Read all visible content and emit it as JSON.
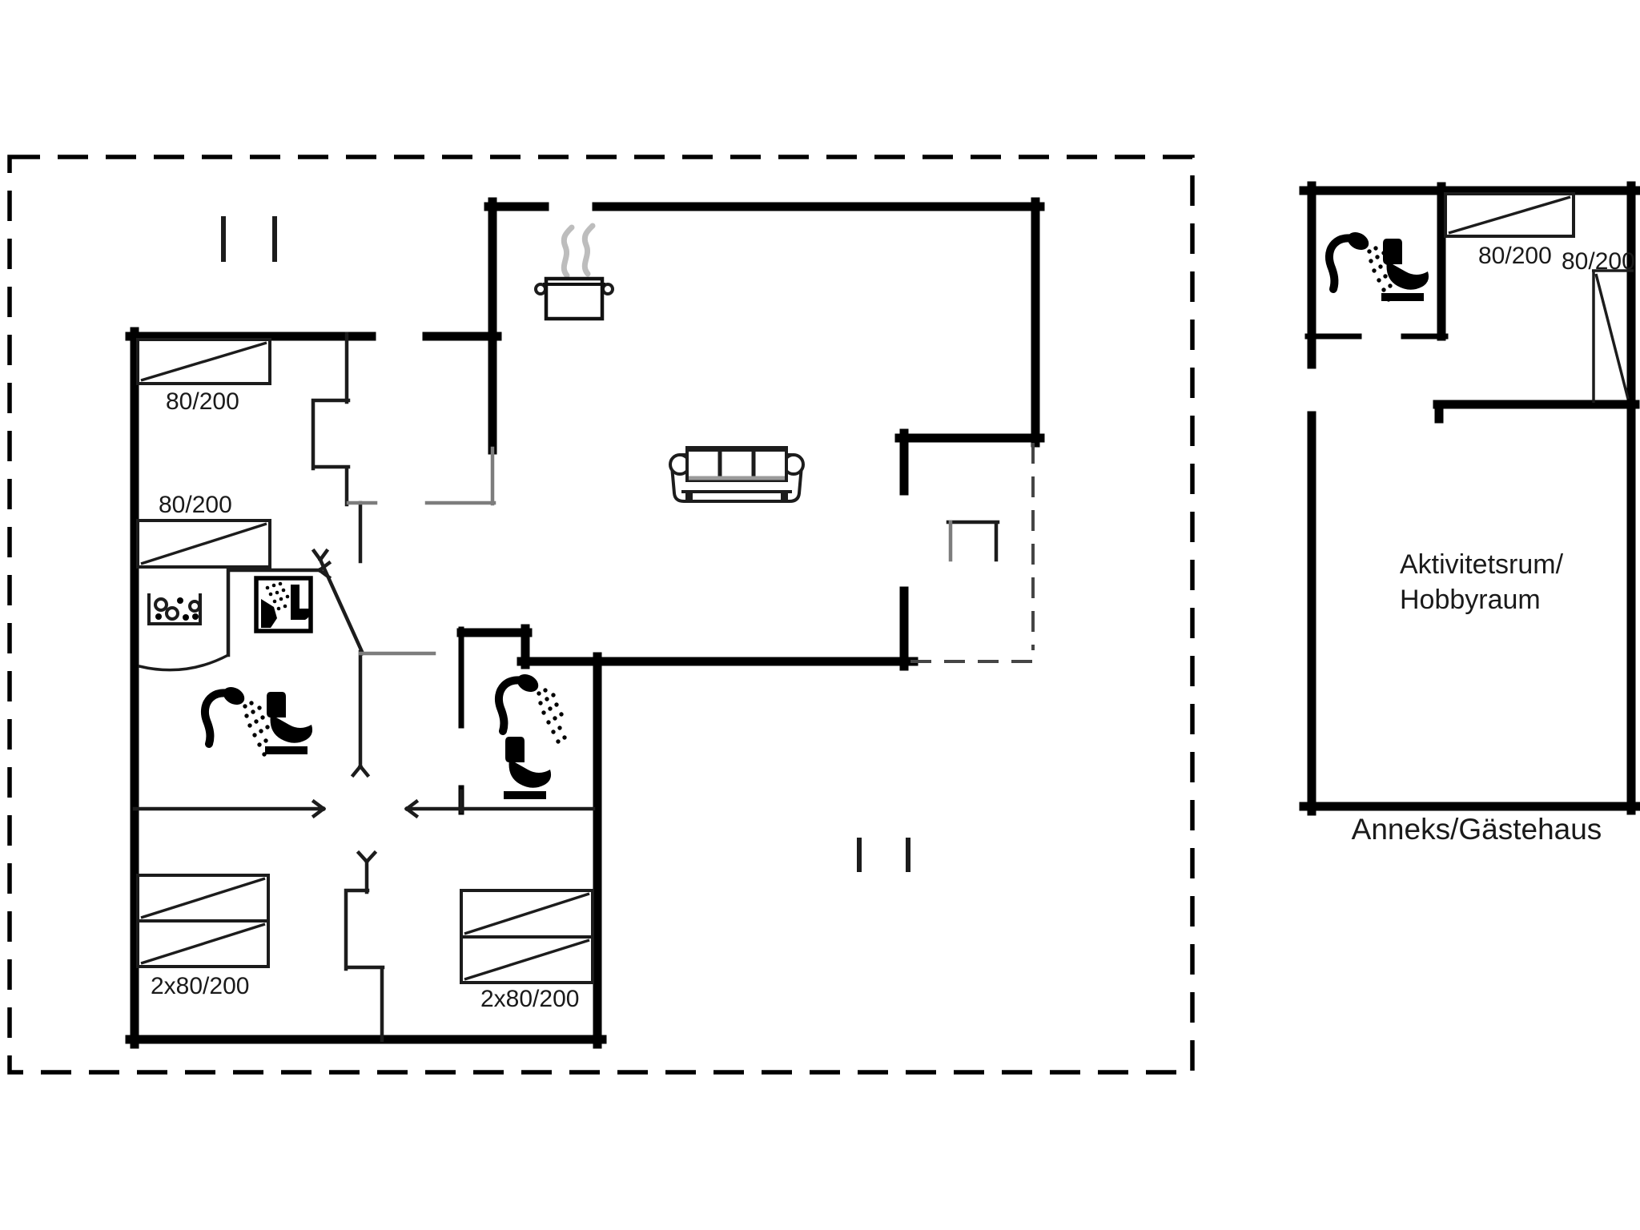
{
  "page": {
    "type": "architectural-floor-plan",
    "background": "#ffffff"
  },
  "colors": {
    "wall": "#000000",
    "thin": "#1c1c1c",
    "gray": "#7d7d7d",
    "steam": "#bdbdbd",
    "text": "#1a1a1a",
    "dash": "#454545"
  },
  "main_house": {
    "bedrooms": [
      {
        "id": "bedroom-top-left",
        "bed_label": "80/200"
      },
      {
        "id": "bedroom-mid-left",
        "bed_label": "80/200"
      },
      {
        "id": "bedroom-bottom-left",
        "bed_label": "2x80/200"
      },
      {
        "id": "bedroom-bottom-middle",
        "bed_label": "2x80/200"
      }
    ],
    "icons": [
      "pot-steam-icon",
      "sofa-icon",
      "washing-machine-icon",
      "shower-cabin-icon",
      "shower-icon",
      "toilet-icon"
    ]
  },
  "annex": {
    "beds": [
      {
        "bed_label": "80/200"
      },
      {
        "bed_label": "80/200"
      }
    ],
    "room_label_lines": [
      "Aktivitetsrum/",
      "Hobbyraum"
    ],
    "caption": "Anneks/Gästehaus",
    "icons": [
      "shower-icon",
      "toilet-icon"
    ]
  }
}
